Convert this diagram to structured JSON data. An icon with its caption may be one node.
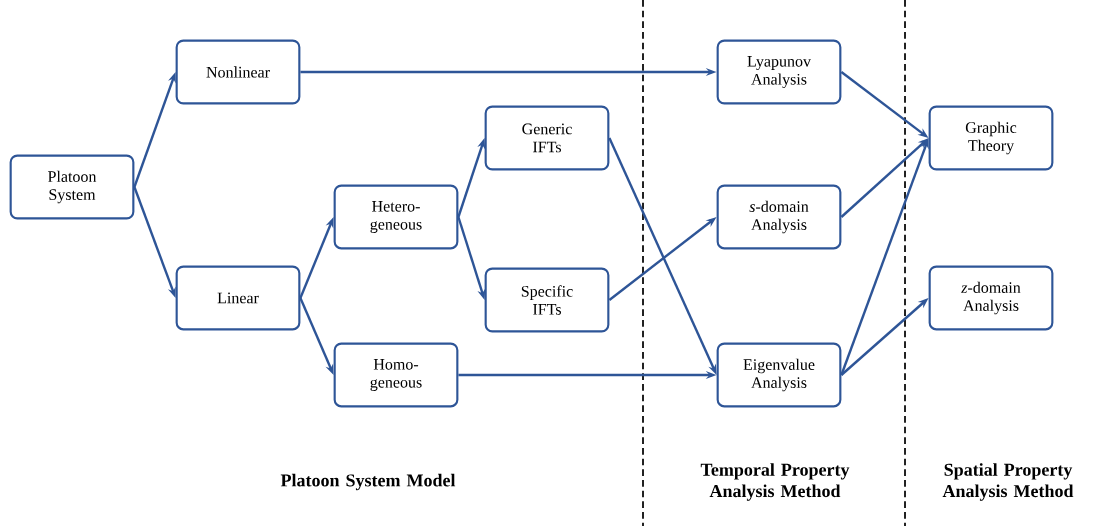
{
  "diagram": {
    "nodes": [
      {
        "text": [
          "Platoon System"
        ]
      },
      {
        "text": [
          "Nonlinear"
        ]
      },
      {
        "text": [
          "Linear"
        ]
      },
      {
        "text": [
          "Hetero- geneous"
        ]
      },
      {
        "text": [
          "Homo- geneous"
        ]
      },
      {
        "text": [
          "Generic IFTs"
        ]
      },
      {
        "text": [
          "Specific IFTs"
        ]
      },
      {
        "text": [
          "Lyapunov Analysis"
        ]
      },
      {
        "text": [
          "*s*-domain Analysis"
        ]
      },
      {
        "text": [
          "Eigenvalue Analysis"
        ]
      },
      {
        "text": [
          "Graphic Theory"
        ]
      },
      {
        "text": [
          "*z*-domain Analysis"
        ]
      }
    ],
    "edges": [
      {
        "from": 0,
        "to": 1,
        "arrow": "to"
      },
      {
        "from": 0,
        "to": 2,
        "arrow": "to"
      },
      {
        "from": 1,
        "to": 7,
        "arrow": "to"
      },
      {
        "from": 2,
        "to": 3,
        "arrow": "to"
      },
      {
        "from": 2,
        "to": 4,
        "arrow": "to"
      },
      {
        "from": 3,
        "to": 5,
        "arrow": "to"
      },
      {
        "from": 3,
        "to": 6,
        "arrow": "to"
      },
      {
        "from": 4,
        "to": 9,
        "arrow": "to"
      },
      {
        "from": 5,
        "to": 9,
        "arrow": "to"
      },
      {
        "from": 6,
        "to": 8,
        "arrow": "to"
      },
      {
        "from": 7,
        "to": 10,
        "arrow": "to"
      },
      {
        "from": 8,
        "to": 10,
        "arrow": "to"
      },
      {
        "from": 9,
        "to": 10,
        "arrow": "to"
      },
      {
        "from": 9,
        "to": 11,
        "arrow": "to"
      }
    ],
    "labels": [
      "Platoon System Model",
      "Temporal Property Analysis Method",
      "Spatial Property Analysis Method"
    ]
  }
}
